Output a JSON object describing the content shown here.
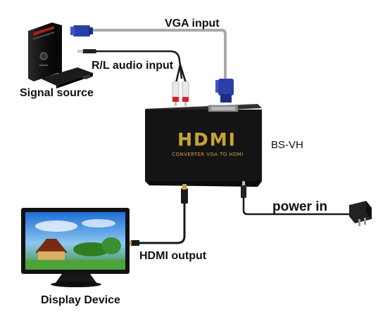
{
  "labels": {
    "vga_input": "VGA input",
    "audio_input": "R/L audio input",
    "signal_source": "Signal source",
    "model": "BS-VH",
    "power_in": "power in",
    "hdmi_output": "HDMI output",
    "display_device": "Display Device"
  },
  "device": {
    "brand": "HDMI",
    "subtitle": "CONVERTER VGA TO HDMI"
  },
  "colors": {
    "box_body": "#141414",
    "brand_gold": "#c8a23a",
    "vga_blue": "#2a3fa8",
    "cable_gray": "#a9a9a9",
    "audio_red": "#d42020"
  }
}
